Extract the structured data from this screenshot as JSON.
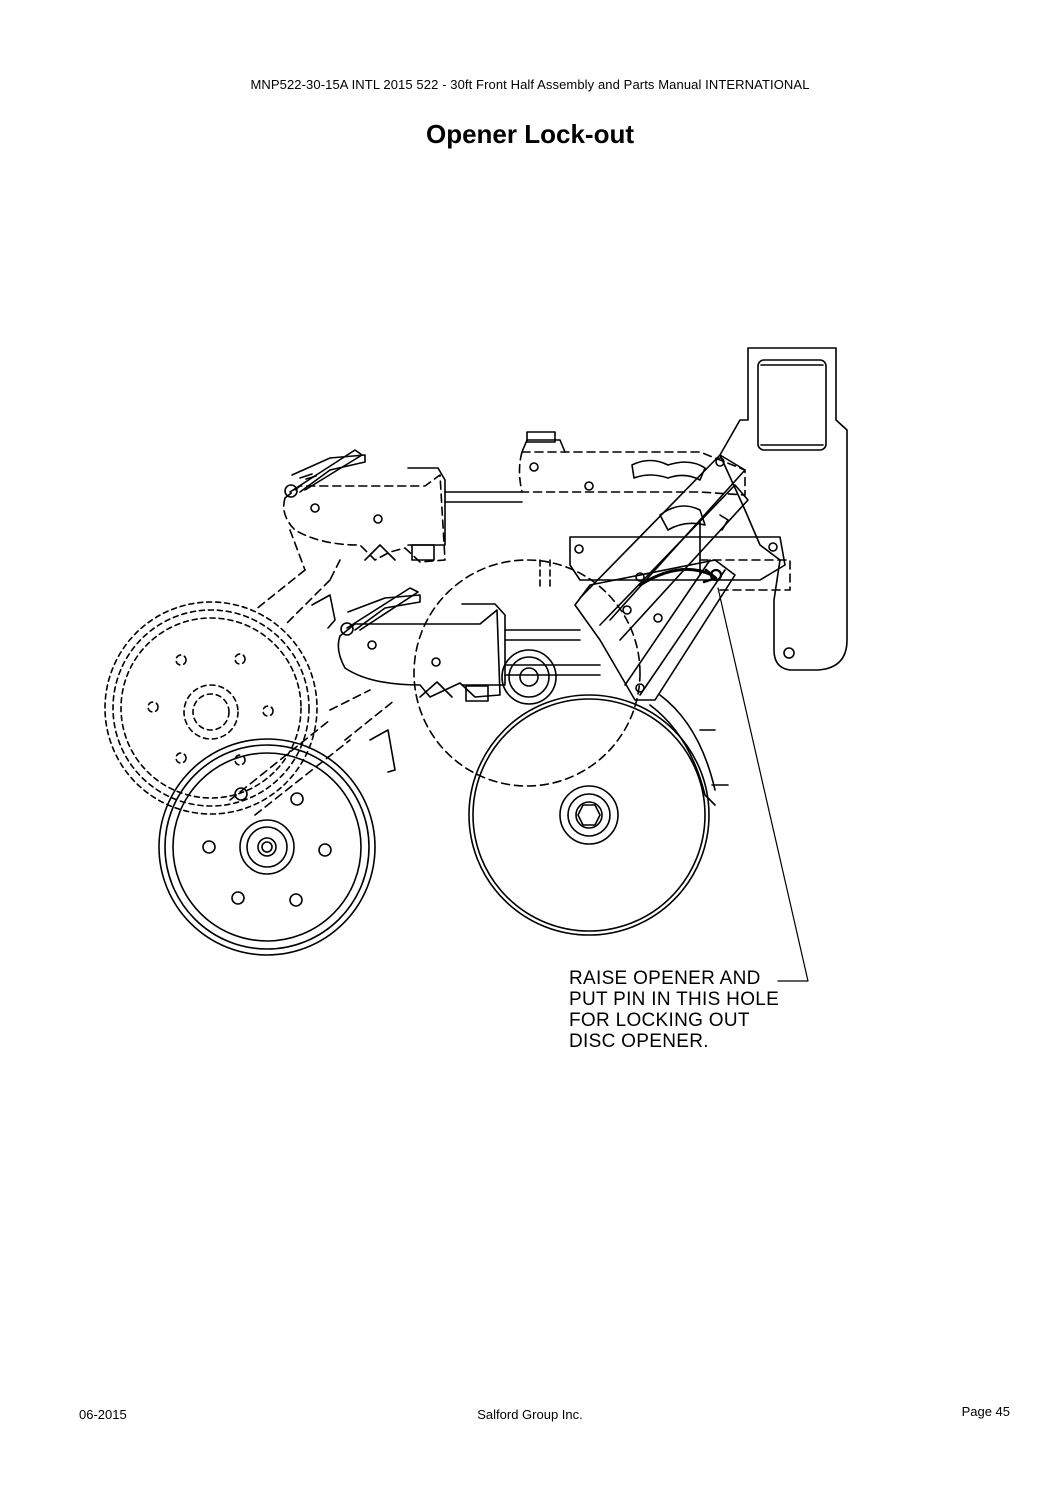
{
  "header": {
    "manual_title": "MNP522-30-15A INTL 2015 522 - 30ft Front Half Assembly and Parts Manual INTERNATIONAL",
    "page_title": "Opener Lock-out"
  },
  "diagram": {
    "callout_lines": [
      "RAISE OPENER AND",
      "PUT PIN IN THIS HOLE",
      "FOR LOCKING OUT",
      "DISC OPENER."
    ]
  },
  "footer": {
    "date": "06-2015",
    "company": "Salford Group Inc.",
    "page": "Page 45"
  }
}
